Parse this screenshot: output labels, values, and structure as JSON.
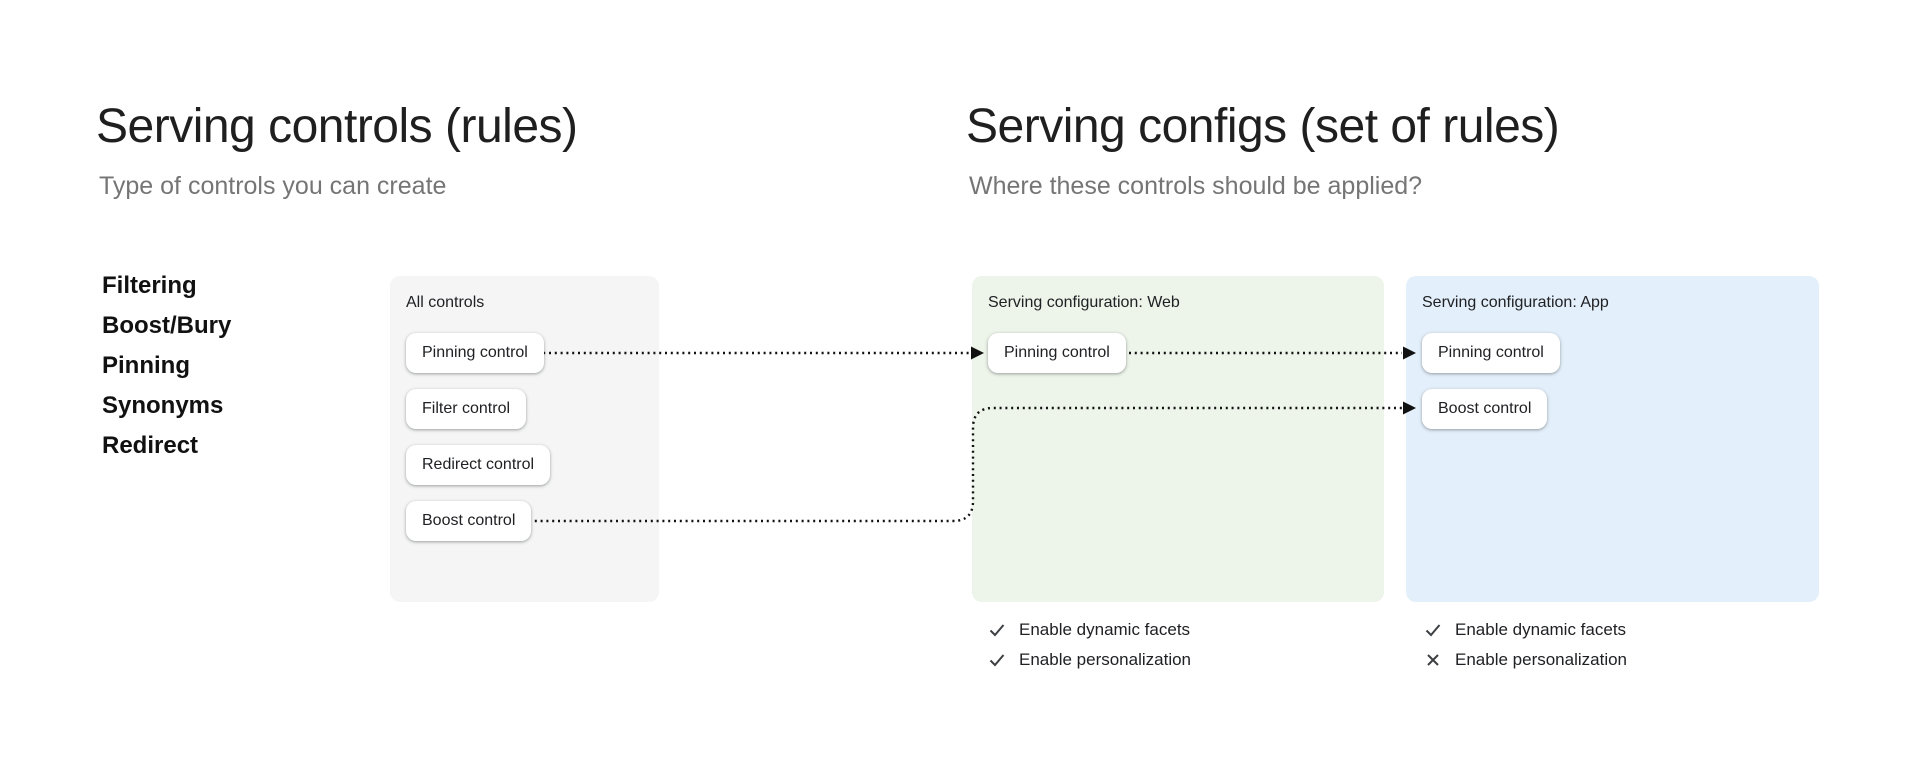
{
  "left_section": {
    "title": "Serving controls (rules)",
    "subtitle": "Type of controls you can create",
    "control_types": [
      "Filtering",
      "Boost/Bury",
      "Pinning",
      "Synonyms",
      "Redirect"
    ],
    "all_controls_card": {
      "label": "All controls",
      "controls": [
        "Pinning control",
        "Filter control",
        "Redirect control",
        "Boost control"
      ]
    }
  },
  "right_section": {
    "title": "Serving configs (set of rules)",
    "subtitle": "Where these controls should be applied?",
    "web_card": {
      "label": "Serving configuration: Web",
      "controls": [
        "Pinning control"
      ],
      "settings": [
        {
          "label": "Enable dynamic facets",
          "icon": "check"
        },
        {
          "label": "Enable personalization",
          "icon": "check"
        }
      ]
    },
    "app_card": {
      "label": "Serving configuration: App",
      "controls": [
        "Pinning control",
        "Boost control"
      ],
      "settings": [
        {
          "label": "Enable dynamic facets",
          "icon": "check"
        },
        {
          "label": "Enable personalization",
          "icon": "x"
        }
      ]
    }
  },
  "colors": {
    "all_controls_card_bg": "#F5F5F5",
    "web_card_bg": "#EDF4E9",
    "app_card_bg": "#E3EFFA",
    "connector": "#111111",
    "title_text": "#1F1F1F",
    "subtitle_text": "#757575",
    "status_icon": "#3C4043"
  }
}
